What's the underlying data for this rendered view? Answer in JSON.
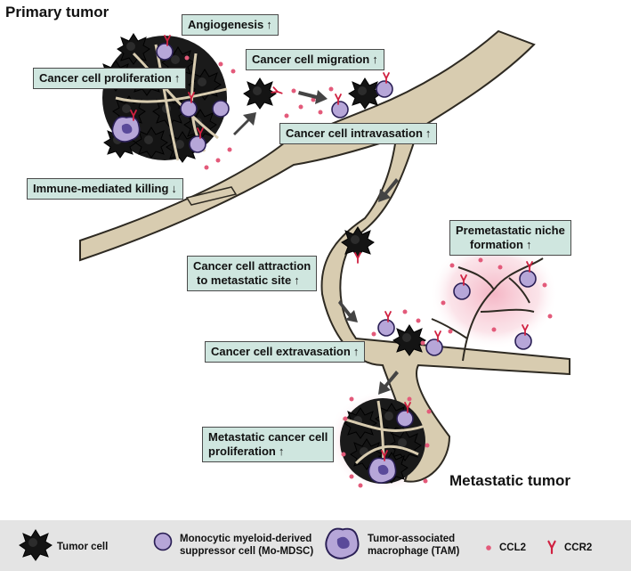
{
  "titles": {
    "primary": "Primary tumor",
    "metastatic": "Metastatic tumor"
  },
  "boxes": {
    "angiogenesis": "Angiogenesis",
    "migration": "Cancer cell migration",
    "proliferation": "Cancer cell proliferation",
    "intravasation": "Cancer cell intravasation",
    "immune_killing": "Immune-mediated killing",
    "premetastatic_line1": "Premetastatic niche",
    "premetastatic_line2": "formation",
    "attraction_line1": "Cancer cell attraction",
    "attraction_line2": "to metastatic site",
    "extravasation": "Cancer cell extravasation",
    "met_prolif_line1": "Metastatic cancer cell",
    "met_prolif_line2": "proliferation"
  },
  "arrows": {
    "up": "↑",
    "down": "↓"
  },
  "legend": {
    "tumor_cell": "Tumor cell",
    "mo_mdsc_line1": "Monocytic myeloid-derived",
    "mo_mdsc_line2": "suppressor cell (Mo-MDSC)",
    "tam_line1": "Tumor-associated",
    "tam_line2": "macrophage (TAM)",
    "ccl2": "CCL2",
    "ccr2": "CCR2"
  },
  "colors": {
    "vessel_fill": "#d8ccb0",
    "vessel_stroke": "#2e2a22",
    "box_fill": "#cfe6df",
    "tumor": "#141414",
    "mdsc_fill": "#b6a6d8",
    "mdsc_nucleus": "#4a3a8a",
    "ccl2": "#e35a7a",
    "ccr2": "#d02040",
    "legend_bg": "#e4e4e4",
    "niche_glow": "#f3b6c4"
  }
}
